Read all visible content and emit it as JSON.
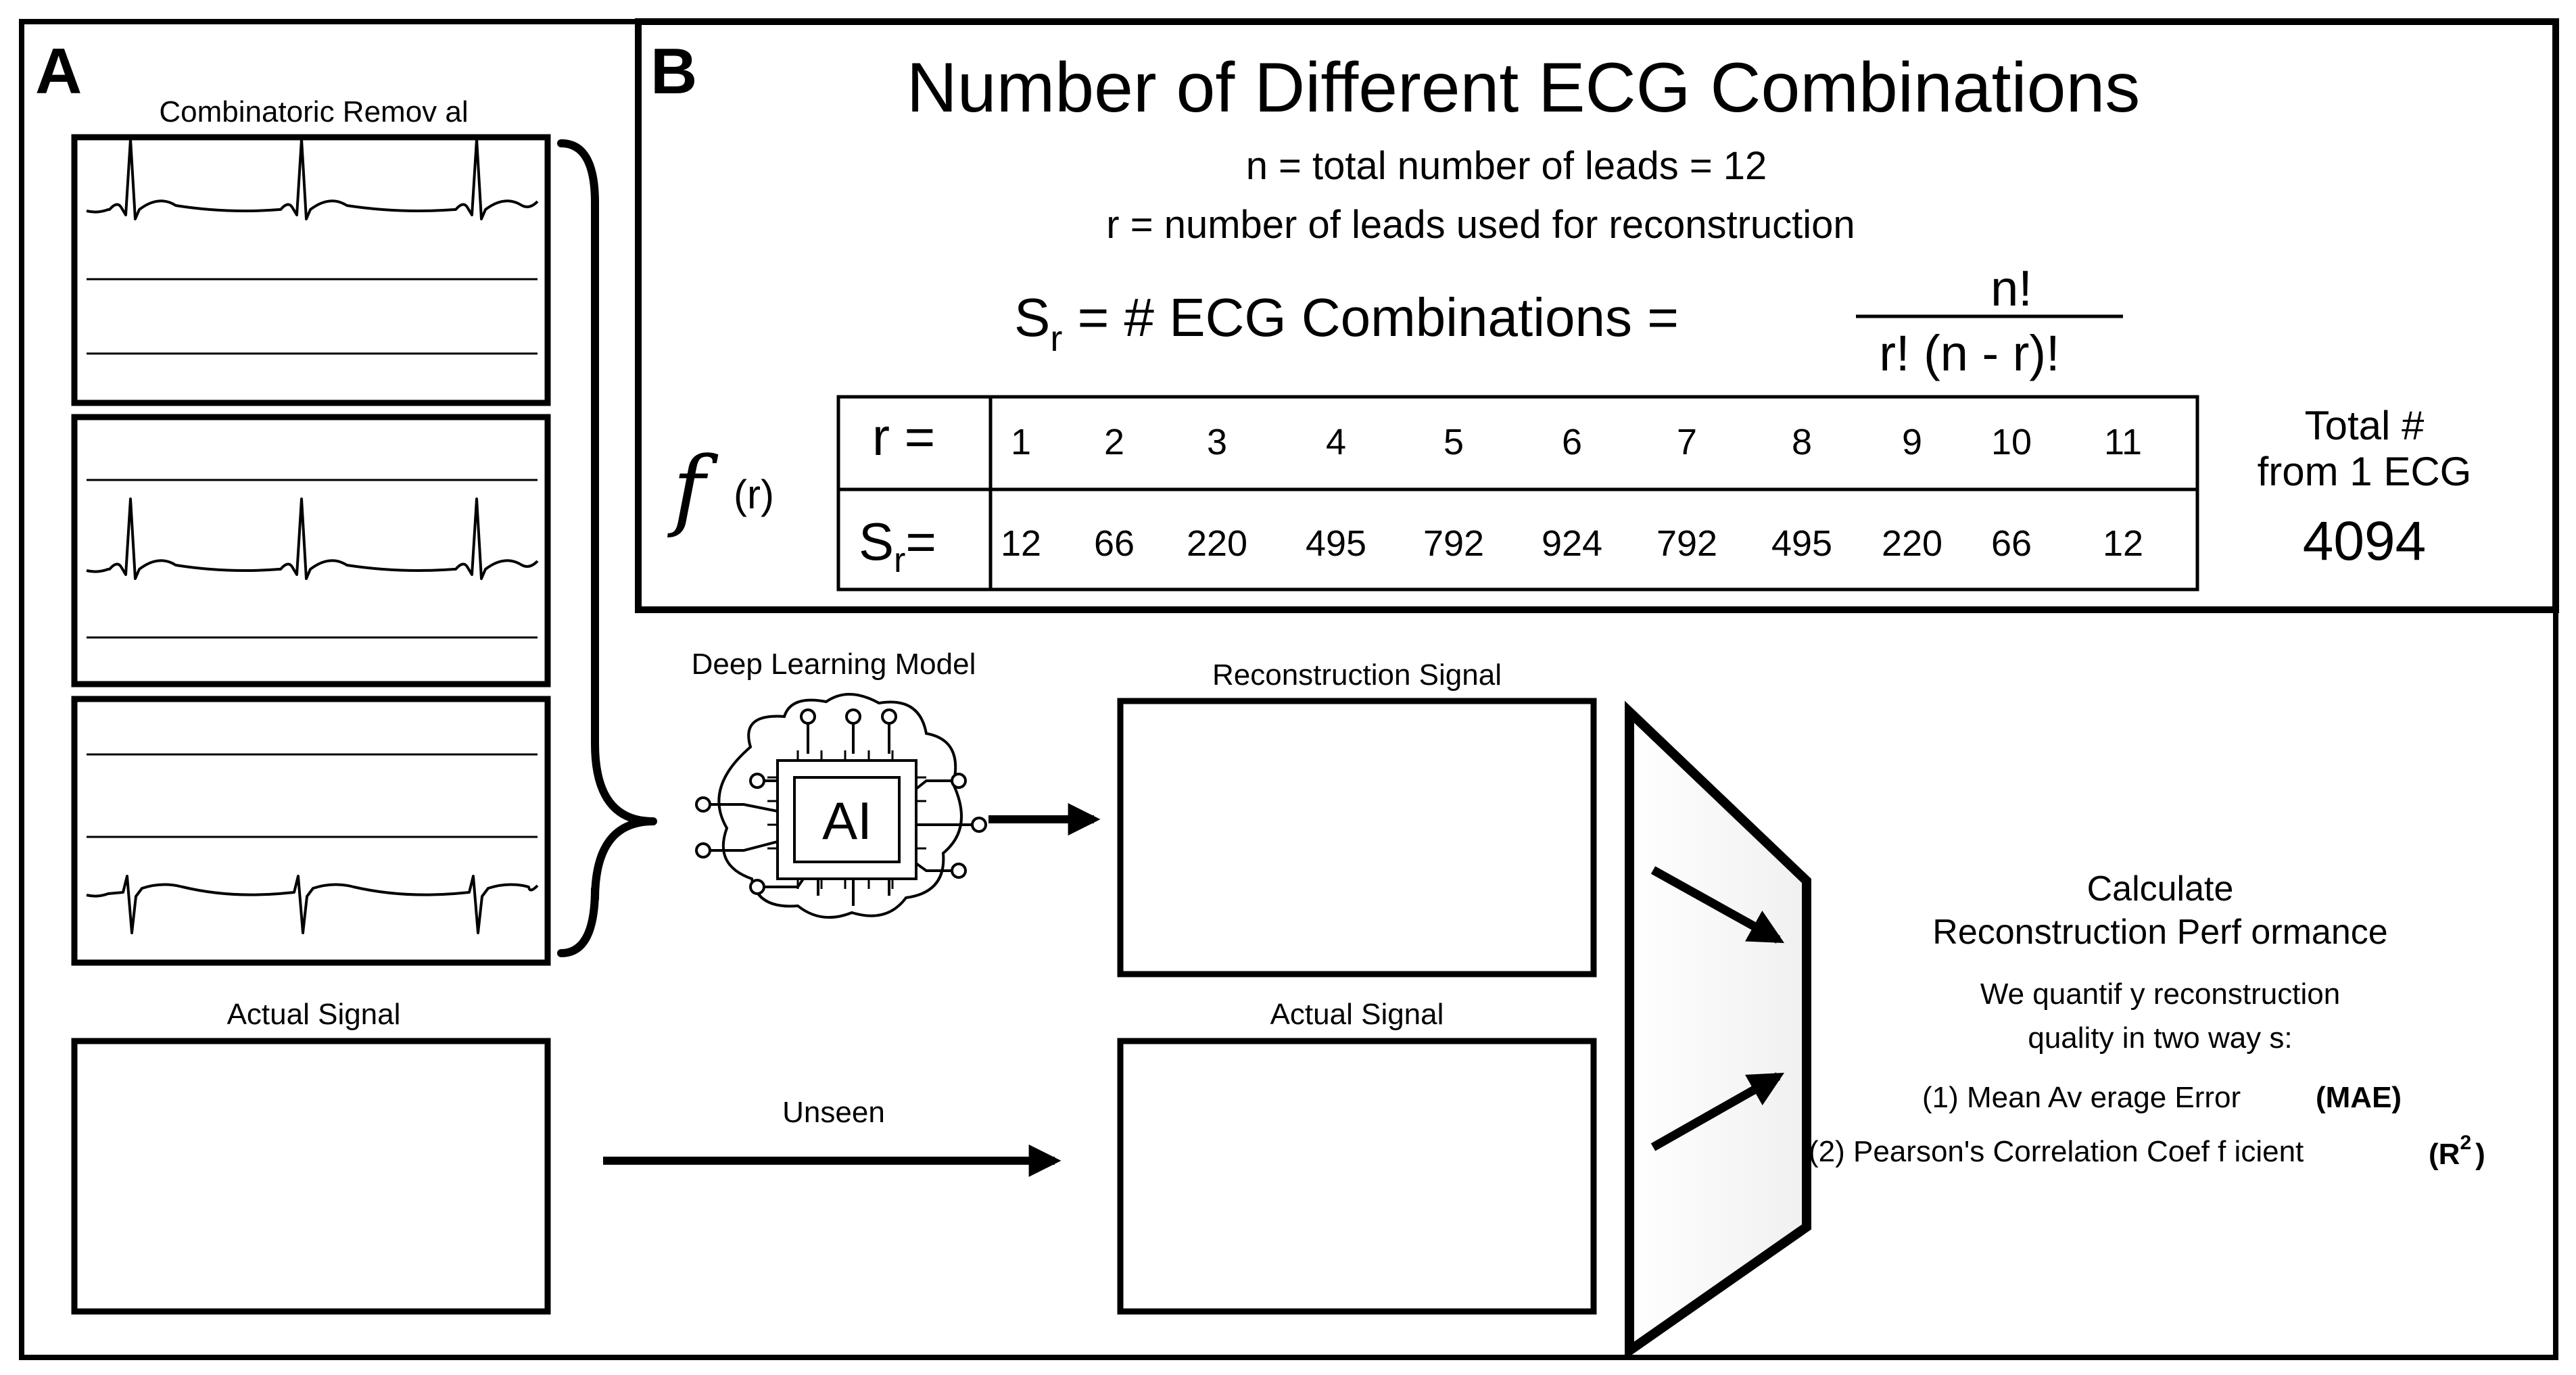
{
  "panel_a": {
    "label": "A",
    "combinatoric_removal_title": "Combinatoric Remov al",
    "actual_signal_title": "Actual Signal"
  },
  "panel_b": {
    "label": "B",
    "title": "Number of Different ECG Combinations",
    "n_definition": "n = total number of leads = 12",
    "r_definition": "r = number of leads used for reconstruction",
    "formula": {
      "s": "S",
      "sub": "r",
      "rest": " = # ECG Combinations =",
      "numerator": "n!",
      "denominator": "r! (n - r)!"
    },
    "function_glyph": "𝑓",
    "function_arg": "(r)",
    "table": {
      "row1_label": "r =",
      "row2_label_main": "S",
      "row2_label_sub": "r",
      "row2_label_tail": "=",
      "r_values": [
        "1",
        "2",
        "3",
        "4",
        "5",
        "6",
        "7",
        "8",
        "9",
        "10",
        "11"
      ],
      "s_values": [
        "12",
        "66",
        "220",
        "495",
        "792",
        "924",
        "792",
        "495",
        "220",
        "66",
        "12"
      ]
    },
    "total_line1": "Total #",
    "total_line2": "from 1 ECG",
    "total_value": "4094"
  },
  "model": {
    "title": "Deep Learning Model",
    "chip_label": "AI"
  },
  "reconstruction_title": "Reconstruction Signal",
  "actual_signal_right_title": "Actual Signal",
  "unseen_label": "Unseen",
  "performance": {
    "title_line1": "Calculate",
    "title_line2": "Reconstruction Perf ormance",
    "desc_line1": "We quantif y  reconstruction",
    "desc_line2": "quality  in two way s:",
    "metric1": "(1) Mean Av erage Error",
    "metric1_abbr": "(MAE)",
    "metric2": "(2) Pearson's Correlation Coef f icient",
    "metric2_abbr_open": "(R",
    "metric2_abbr_sup": "2",
    "metric2_abbr_close": ")"
  },
  "colors": {
    "ink": "#000000",
    "reconstruction": "#e00000",
    "background": "#ffffff"
  }
}
